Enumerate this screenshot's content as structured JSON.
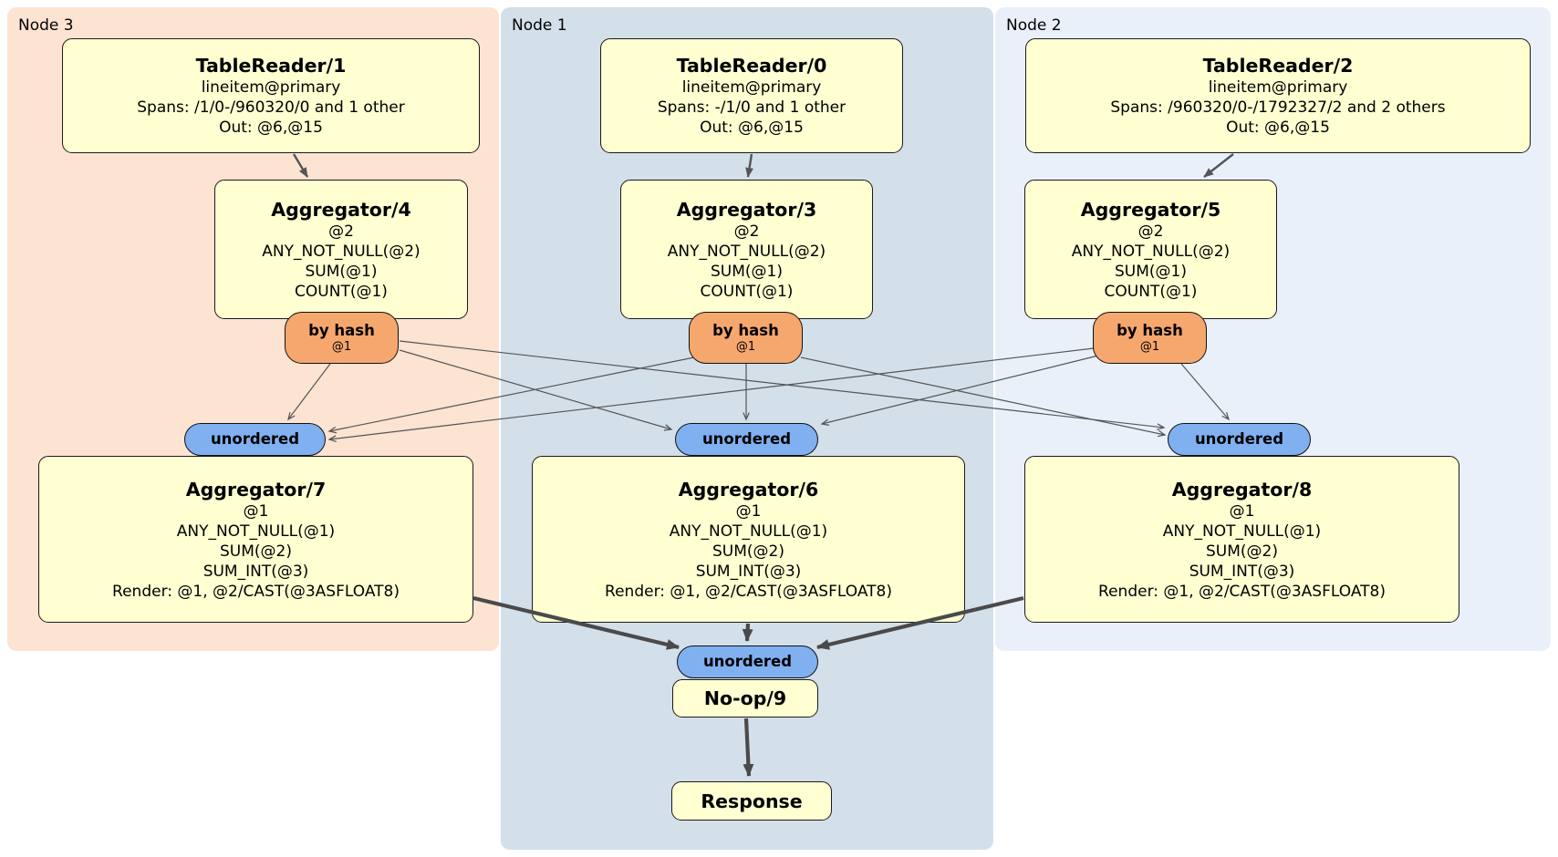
{
  "regions": {
    "node3": {
      "label": "Node 3",
      "bg": "#fce3d2"
    },
    "node1": {
      "label": "Node 1",
      "bg": "#d3e0ea"
    },
    "node2": {
      "label": "Node 2",
      "bg": "#eaf0fa"
    }
  },
  "colors": {
    "processor_fill": "#ffffd2",
    "hash_router_fill": "#f6a76e",
    "stream_fill": "#80b0f0",
    "edge_thin": "#555555",
    "edge_thick": "#4a4a4a"
  },
  "processors": {
    "tablereader1": {
      "title": "TableReader/1",
      "lines": [
        "lineitem@primary",
        "Spans: /1/0-/960320/0 and 1 other",
        "Out: @6,@15"
      ]
    },
    "tablereader0": {
      "title": "TableReader/0",
      "lines": [
        "lineitem@primary",
        "Spans: -/1/0 and 1 other",
        "Out: @6,@15"
      ]
    },
    "tablereader2": {
      "title": "TableReader/2",
      "lines": [
        "lineitem@primary",
        "Spans: /960320/0-/1792327/2 and 2 others",
        "Out: @6,@15"
      ]
    },
    "aggregator4": {
      "title": "Aggregator/4",
      "lines": [
        "@2",
        "ANY_NOT_NULL(@2)",
        "SUM(@1)",
        "COUNT(@1)"
      ]
    },
    "aggregator3": {
      "title": "Aggregator/3",
      "lines": [
        "@2",
        "ANY_NOT_NULL(@2)",
        "SUM(@1)",
        "COUNT(@1)"
      ]
    },
    "aggregator5": {
      "title": "Aggregator/5",
      "lines": [
        "@2",
        "ANY_NOT_NULL(@2)",
        "SUM(@1)",
        "COUNT(@1)"
      ]
    },
    "aggregator7": {
      "title": "Aggregator/7",
      "lines": [
        "@1",
        "ANY_NOT_NULL(@1)",
        "SUM(@2)",
        "SUM_INT(@3)",
        "Render: @1, @2/CAST(@3ASFLOAT8)"
      ]
    },
    "aggregator6": {
      "title": "Aggregator/6",
      "lines": [
        "@1",
        "ANY_NOT_NULL(@1)",
        "SUM(@2)",
        "SUM_INT(@3)",
        "Render: @1, @2/CAST(@3ASFLOAT8)"
      ]
    },
    "aggregator8": {
      "title": "Aggregator/8",
      "lines": [
        "@1",
        "ANY_NOT_NULL(@1)",
        "SUM(@2)",
        "SUM_INT(@3)",
        "Render: @1, @2/CAST(@3ASFLOAT8)"
      ]
    },
    "noop9": {
      "title": "No-op/9"
    },
    "response": {
      "title": "Response"
    }
  },
  "routers": {
    "left": {
      "label": "by hash",
      "detail": "@1"
    },
    "middle": {
      "label": "by hash",
      "detail": "@1"
    },
    "right": {
      "label": "by hash",
      "detail": "@1"
    }
  },
  "streams": {
    "left": {
      "label": "unordered"
    },
    "middle": {
      "label": "unordered"
    },
    "right": {
      "label": "unordered"
    },
    "final": {
      "label": "unordered"
    }
  }
}
